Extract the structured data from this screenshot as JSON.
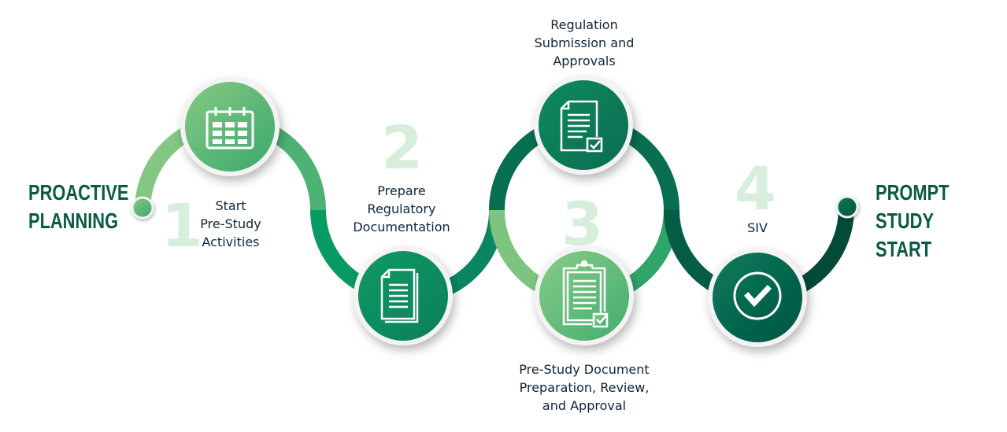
{
  "headline_left": "PROACTIVE\nPLANNING",
  "headline_right": "PROMPT\nSTUDY START",
  "colors": {
    "headline": "#0a5a44",
    "label_text": "#0f2438",
    "step_number": "#d6eedb",
    "light_green": "#7cc47f",
    "mid_green": "#2fa46a",
    "green": "#07905f",
    "dark_green": "#076e52",
    "darkest_green": "#03503c"
  },
  "steps": [
    {
      "number": "1",
      "label": "Start\nPre-Study\nActivities",
      "icon": "calendar-icon"
    },
    {
      "number": "2",
      "label": "Prepare\nRegulatory\nDocumentation",
      "icon": "document-icon"
    },
    {
      "number": "3",
      "label": "Pre-Study Document\nPreparation, Review,\nand Approval",
      "icon": "clipboard-check-icon"
    },
    {
      "number": "",
      "label": "Regulation\nSubmission and\nApprovals",
      "icon": "document-check-icon"
    },
    {
      "number": "4",
      "label": "SIV",
      "icon": "check-circle-icon"
    }
  ]
}
